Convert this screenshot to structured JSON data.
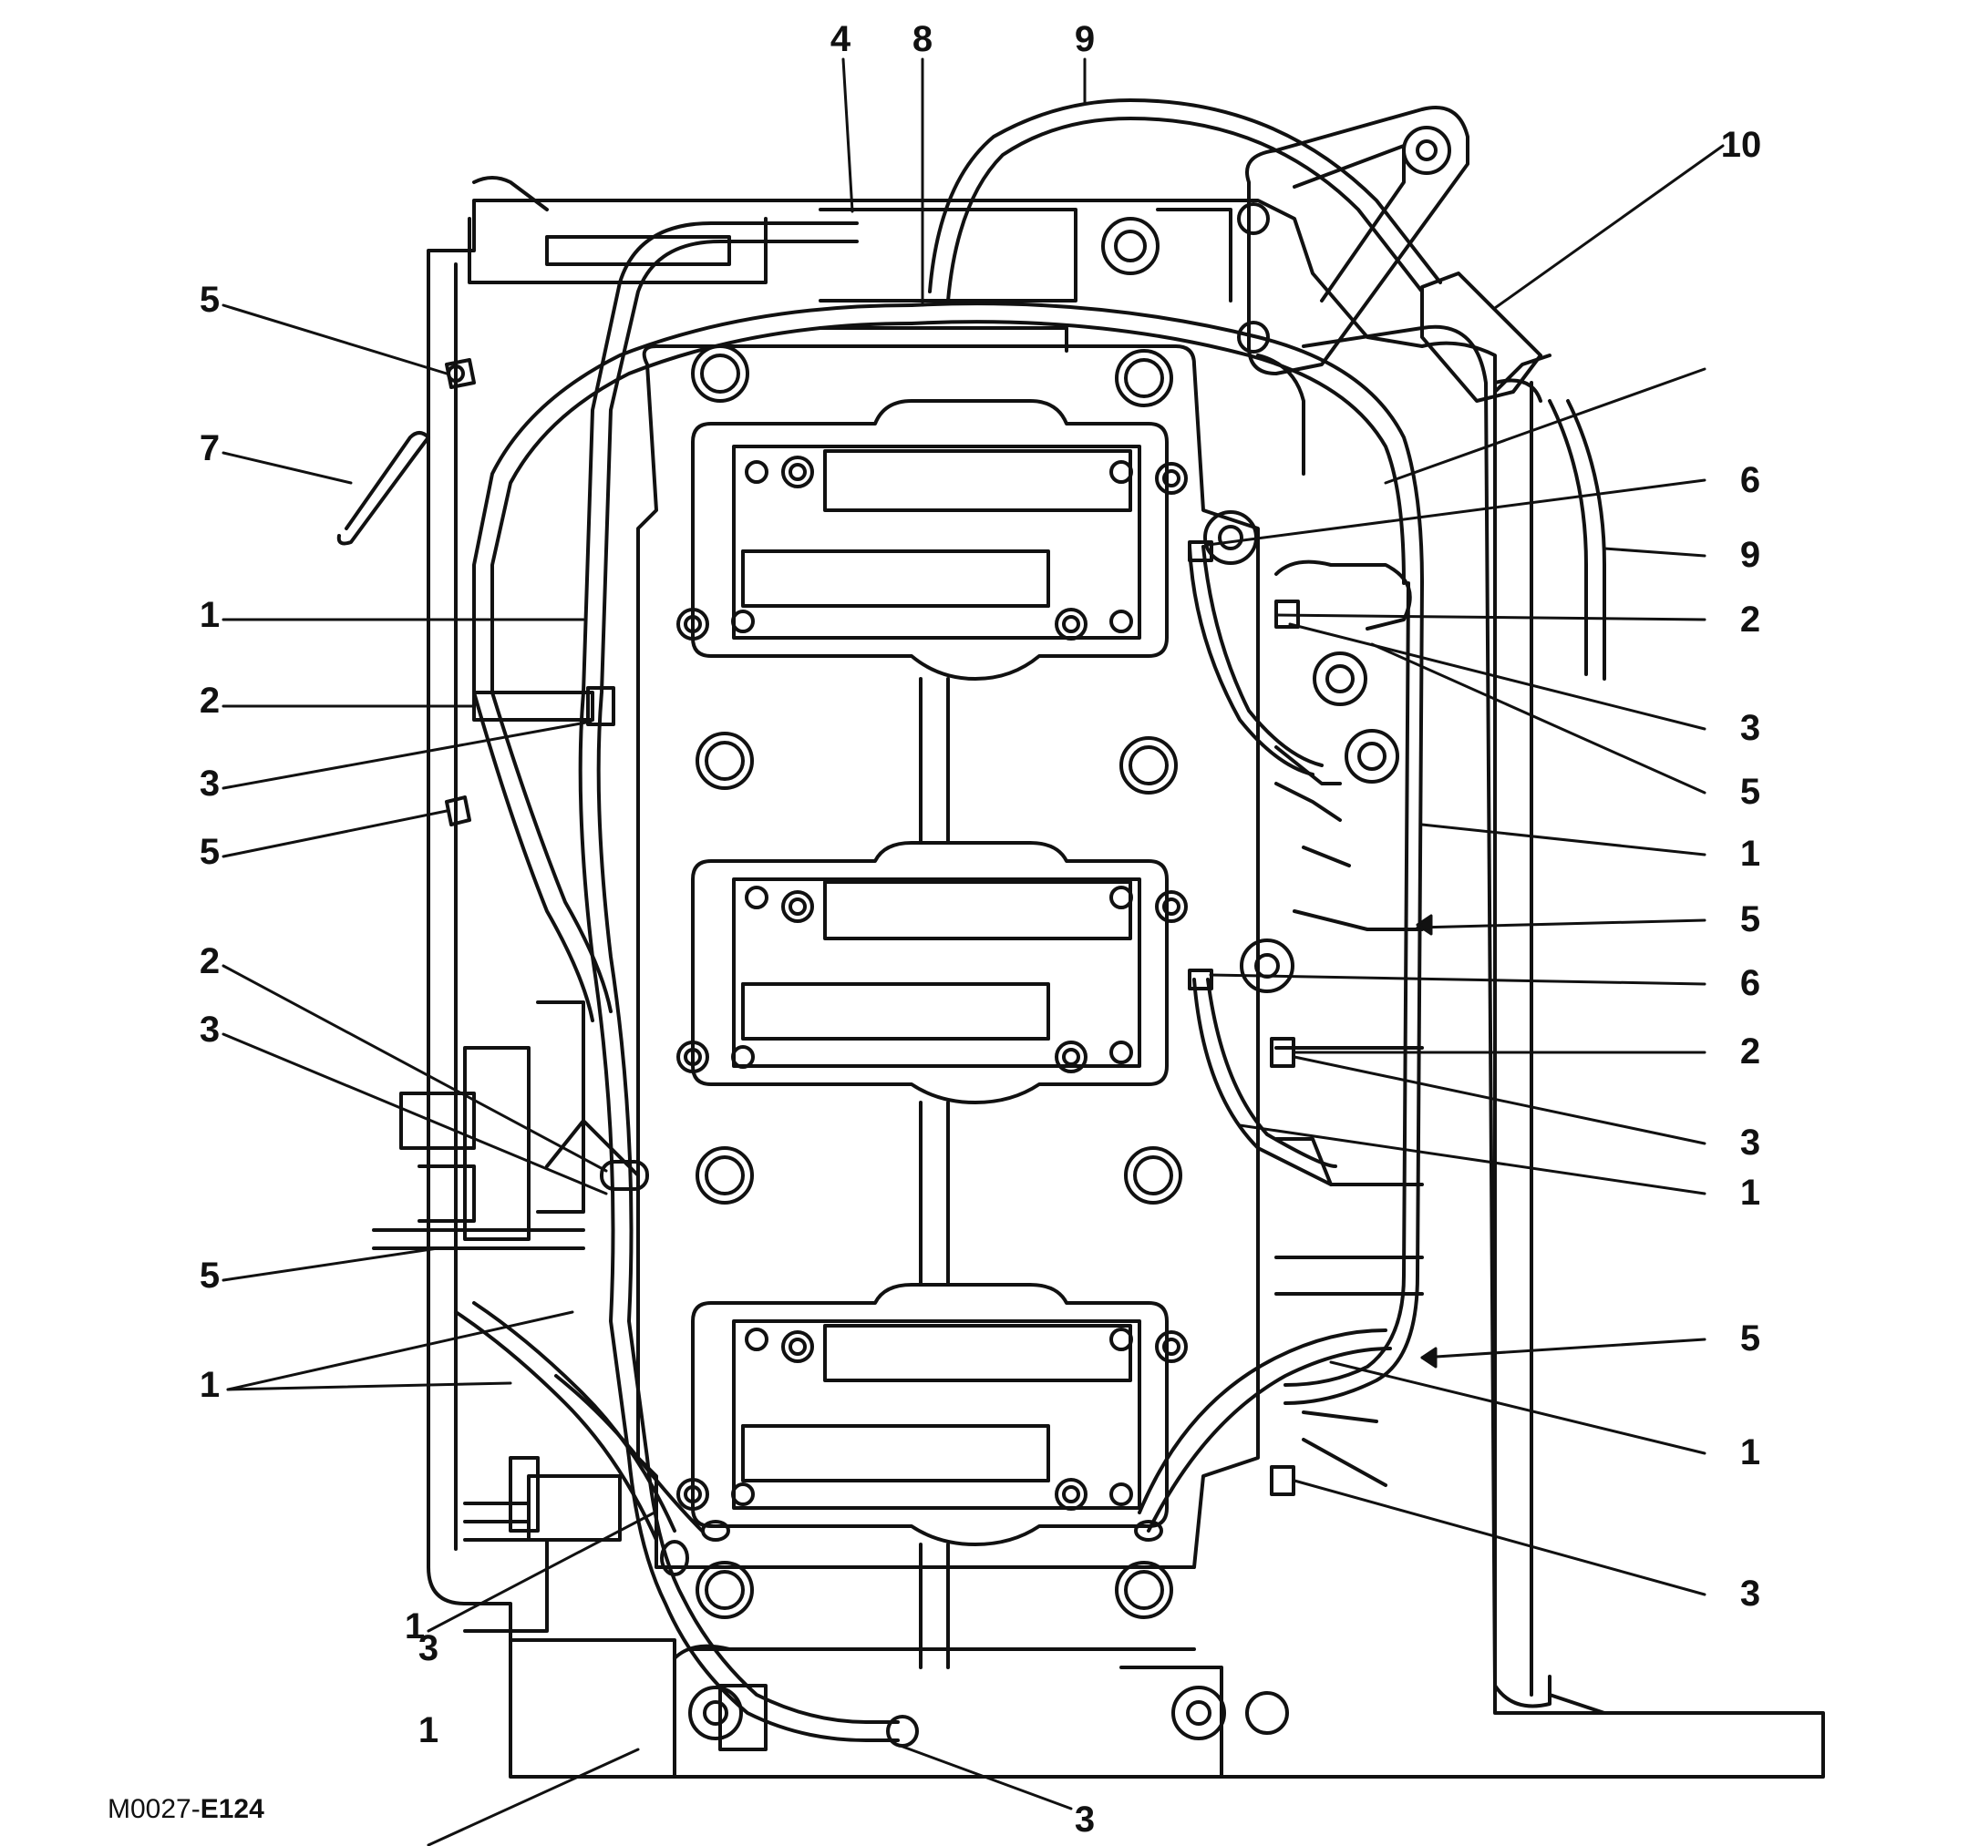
{
  "figure": {
    "id_prefix": "M0027-",
    "id_suffix": "E124"
  },
  "callouts": [
    {
      "label": "4"
    },
    {
      "label": "8"
    },
    {
      "label": "9"
    },
    {
      "label": "10"
    },
    {
      "label": "5"
    },
    {
      "label": "7"
    },
    {
      "label": "1"
    },
    {
      "label": "2"
    },
    {
      "label": "3"
    },
    {
      "label": "5"
    },
    {
      "label": "2"
    },
    {
      "label": "3"
    },
    {
      "label": "5"
    },
    {
      "label": "1"
    },
    {
      "label": "1"
    },
    {
      "label": "6"
    },
    {
      "label": "9"
    },
    {
      "label": "2"
    },
    {
      "label": "3"
    },
    {
      "label": "5"
    },
    {
      "label": "1"
    },
    {
      "label": "5"
    },
    {
      "label": "6"
    },
    {
      "label": "2"
    },
    {
      "label": "3"
    },
    {
      "label": "1"
    },
    {
      "label": "5"
    },
    {
      "label": "1"
    },
    {
      "label": "3"
    },
    {
      "label": "3"
    },
    {
      "label": "1"
    },
    {
      "label": "3"
    }
  ]
}
